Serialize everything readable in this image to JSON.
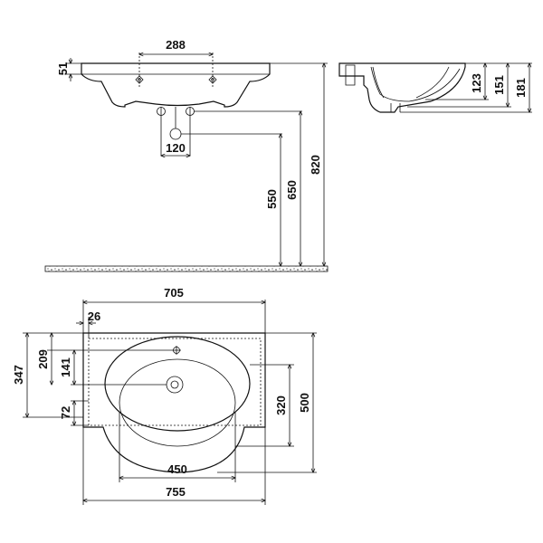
{
  "drawing": {
    "front_view": {
      "dims": {
        "tap_hole_spacing": "288",
        "rim_thickness": "51",
        "drain_width": "120",
        "drain_height": "550",
        "overflow_height": "650",
        "total_height": "820"
      }
    },
    "side_view": {
      "dims": {
        "bowl_depth": "123",
        "inner_height": "151",
        "outer_height": "181"
      }
    },
    "top_view": {
      "dims": {
        "cabinet_width": "705",
        "tap_offset": "26",
        "tap_from_back": "209",
        "drain_from_back": "141",
        "side_depth": "347",
        "cabinet_side": "72",
        "bowl_depth": "320",
        "total_depth": "500",
        "bowl_width": "450",
        "total_width": "755"
      }
    }
  }
}
